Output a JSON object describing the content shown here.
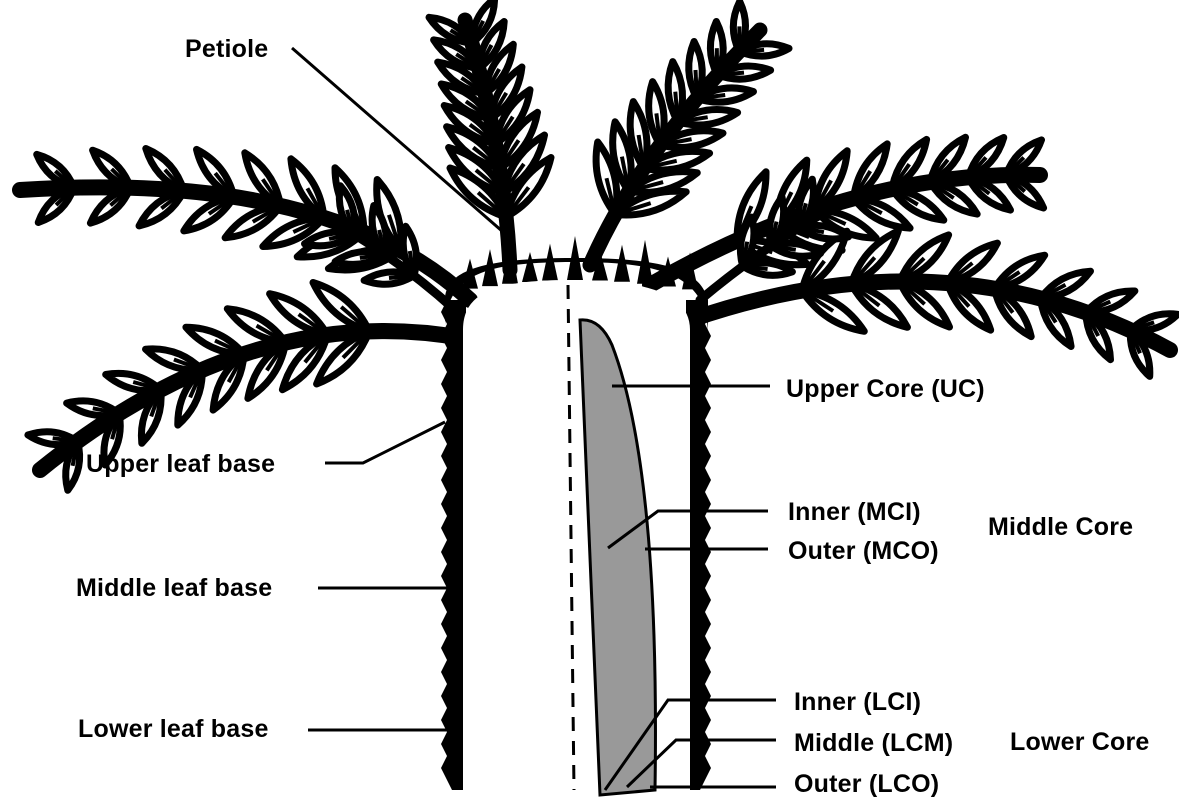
{
  "colors": {
    "ink": "#000000",
    "core_fill": "#999999",
    "background": "#ffffff"
  },
  "labels": {
    "petiole": "Petiole",
    "upper_leaf_base": "Upper leaf base",
    "middle_leaf_base": "Middle leaf base",
    "lower_leaf_base": "Lower leaf base",
    "upper_core": "Upper Core (UC)",
    "mc_inner": "Inner (MCI)",
    "mc_outer": "Outer (MCO)",
    "middle_core": "Middle Core",
    "lc_inner": "Inner (LCI)",
    "lc_middle": "Middle (LCM)",
    "lc_outer": "Outer (LCO)",
    "lower_core": "Lower Core"
  }
}
